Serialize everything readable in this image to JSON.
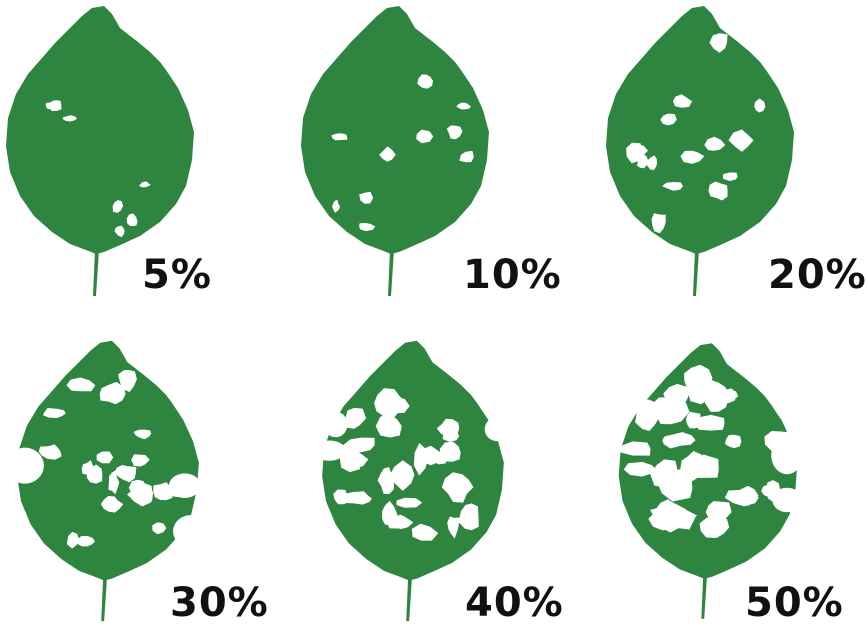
{
  "colors": {
    "leaf": "#2e8540",
    "hole": "#ffffff",
    "label_text": "#111111"
  },
  "panels": [
    {
      "label": "5%",
      "defoliation_percent": 5
    },
    {
      "label": "10%",
      "defoliation_percent": 10
    },
    {
      "label": "20%",
      "defoliation_percent": 20
    },
    {
      "label": "30%",
      "defoliation_percent": 30
    },
    {
      "label": "40%",
      "defoliation_percent": 40
    },
    {
      "label": "50%",
      "defoliation_percent": 50
    }
  ]
}
